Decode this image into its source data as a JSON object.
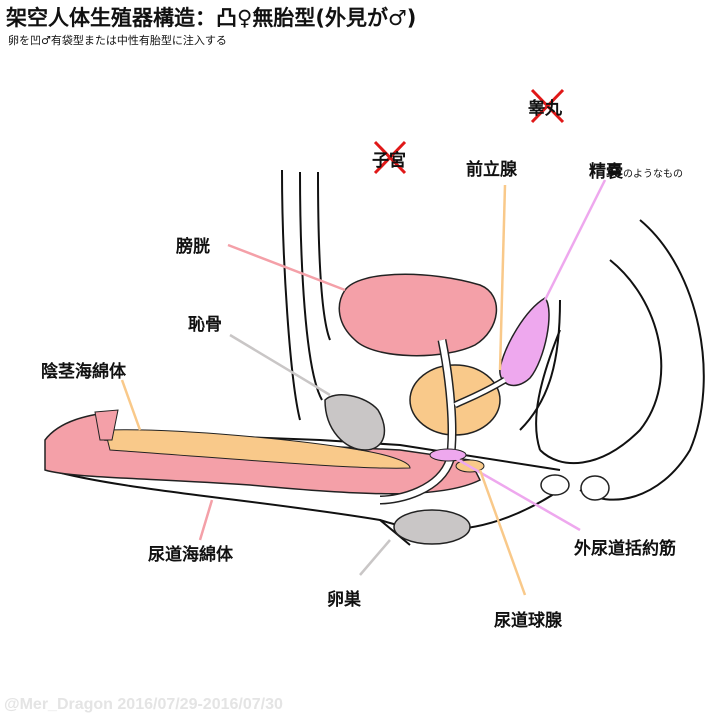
{
  "title": "架空人体生殖器構造：凸♀無胎型(外見が♂)",
  "subtitle": "卵を凹♂有袋型または中性有胎型に注入する",
  "labels": {
    "testis": "睾丸",
    "uterus": "子宮",
    "prostate": "前立腺",
    "seminal_vesicle": "精嚢",
    "seminal_vesicle_note": "のようなもの",
    "bladder": "膀胱",
    "pubic_bone": "恥骨",
    "corpus_cavernosum": "陰茎海綿体",
    "corpus_spongiosum": "尿道海綿体",
    "ovary": "卵巣",
    "bulbourethral_gland": "尿道球腺",
    "external_urethral_sphincter": "外尿道括約筋"
  },
  "crossed_out": [
    "testis",
    "uterus"
  ],
  "colors": {
    "bladder": "#f4a0a8",
    "prostate": "#f9c98a",
    "seminal_vesicle": "#eea8ee",
    "bone": "#c9c6c6",
    "spongiosum": "#f4a0a8",
    "cavernosum": "#f9c98a",
    "cross": "#e01818"
  },
  "credit": "@Mer_Dragon 2016/07/29-2016/07/30"
}
